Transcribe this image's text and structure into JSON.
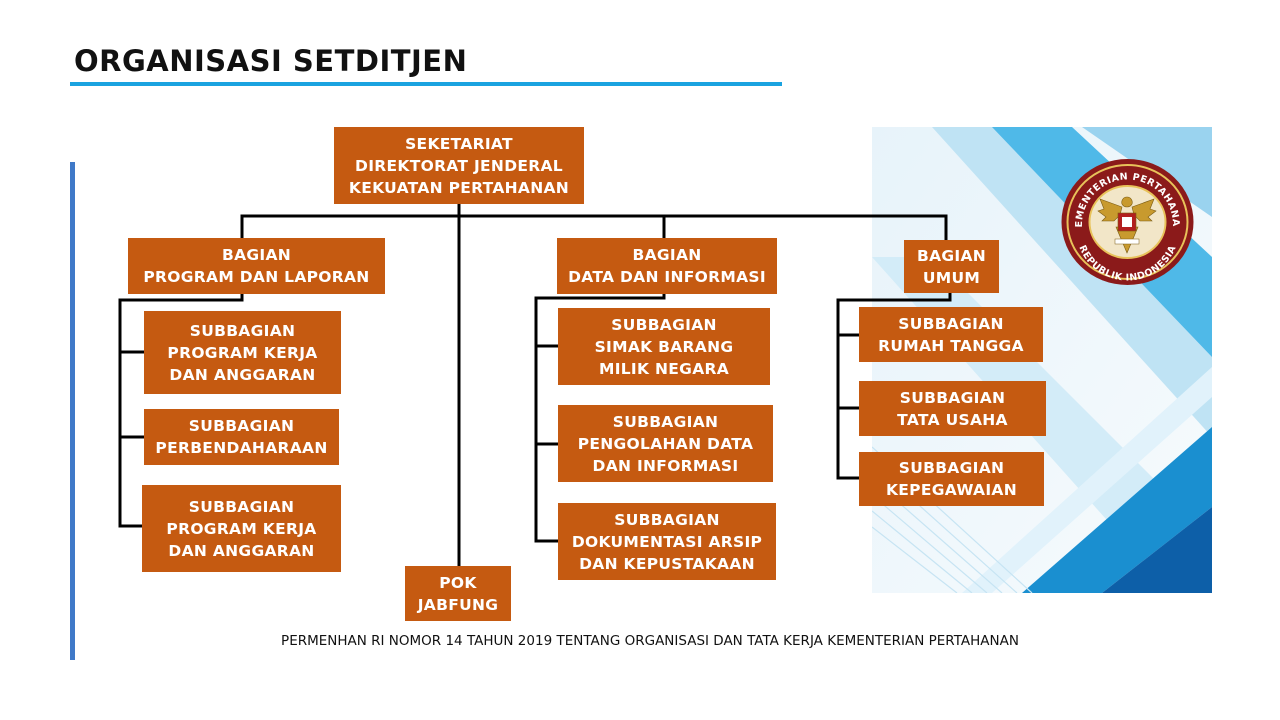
{
  "title": "ORGANISASI SETDITJEN",
  "colors": {
    "box": "#c55a11",
    "accent": "#1aa3e0",
    "side_rule": "#3f79c8"
  },
  "chart": {
    "root": {
      "lines": [
        "SEKETARIAT",
        "DIREKTORAT JENDERAL",
        "KEKUATAN PERTAHANAN"
      ]
    },
    "bagian_program": {
      "lines": [
        "BAGIAN",
        "PROGRAM DAN LAPORAN"
      ]
    },
    "bagian_data": {
      "lines": [
        "BAGIAN",
        "DATA DAN INFORMASI"
      ]
    },
    "bagian_umum": {
      "lines": [
        "BAGIAN",
        "UMUM"
      ]
    },
    "pok": {
      "lines": [
        "POK",
        "JABFUNG"
      ]
    },
    "sub_program_1": {
      "lines": [
        "SUBBAGIAN",
        "PROGRAM KERJA",
        "DAN ANGGARAN"
      ]
    },
    "sub_perbendaharaan": {
      "lines": [
        "SUBBAGIAN",
        "PERBENDAHARAAN"
      ]
    },
    "sub_program_2": {
      "lines": [
        "SUBBAGIAN",
        "PROGRAM KERJA",
        "DAN ANGGARAN"
      ]
    },
    "sub_simak": {
      "lines": [
        "SUBBAGIAN",
        "SIMAK BARANG",
        "MILIK NEGARA"
      ]
    },
    "sub_pengolahan": {
      "lines": [
        "SUBBAGIAN",
        "PENGOLAHAN DATA",
        "DAN INFORMASI"
      ]
    },
    "sub_dokumentasi": {
      "lines": [
        "SUBBAGIAN",
        "DOKUMENTASI ARSIP",
        "DAN KEPUSTAKAAN"
      ]
    },
    "sub_rumah": {
      "lines": [
        "SUBBAGIAN",
        "RUMAH TANGGA"
      ]
    },
    "sub_tata": {
      "lines": [
        "SUBBAGIAN",
        "TATA USAHA"
      ]
    },
    "sub_kepegawaian": {
      "lines": [
        "SUBBAGIAN",
        "KEPEGAWAIAN"
      ]
    }
  },
  "seal": {
    "top_text": "KEMENTERIAN PERTAHANAN",
    "bottom_text": "REPUBLIK INDONESIA",
    "icon": "garuda-emblem-icon"
  },
  "footnote": "PERMENHAN RI NOMOR 14 TAHUN 2019 TENTANG ORGANISASI DAN TATA KERJA KEMENTERIAN PERTAHANAN"
}
